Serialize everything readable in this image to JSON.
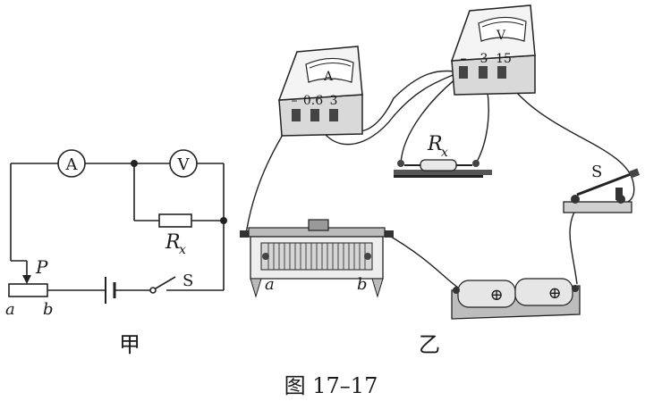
{
  "schematic": {
    "ammeter_symbol": "A",
    "voltmeter_symbol": "V",
    "resistor_label": "R",
    "resistor_subscript": "x",
    "slider_label": "P",
    "end_a": "a",
    "end_b": "b",
    "switch_label": "S",
    "caption": "甲"
  },
  "physical": {
    "ammeter": {
      "face_letter": "A",
      "terminals": [
        "–",
        "0.6",
        "3"
      ]
    },
    "voltmeter": {
      "face_letter": "V",
      "terminals": [
        "–",
        "3",
        "15"
      ]
    },
    "resistor_label": "R",
    "resistor_subscript": "x",
    "rheostat_end_a": "a",
    "rheostat_end_b": "b",
    "switch_label": "S",
    "battery_symbols": [
      "⊕",
      "⊕"
    ],
    "caption": "乙"
  },
  "figure_caption": "图 17–17"
}
